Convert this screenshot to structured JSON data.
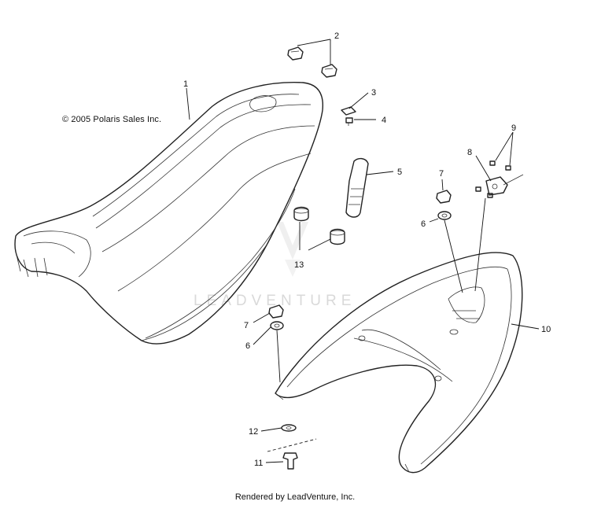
{
  "copyright": "© 2005 Polaris Sales Inc.",
  "footer": "Rendered by LeadVenture, Inc.",
  "watermark": "LEADVENTURE",
  "callouts": {
    "c1": "1",
    "c2": "2",
    "c3": "3",
    "c4": "4",
    "c5": "5",
    "c6a": "6",
    "c6b": "6",
    "c7a": "7",
    "c7b": "7",
    "c8": "8",
    "c9": "9",
    "c10": "10",
    "c11": "11",
    "c12": "12",
    "c13": "13"
  }
}
